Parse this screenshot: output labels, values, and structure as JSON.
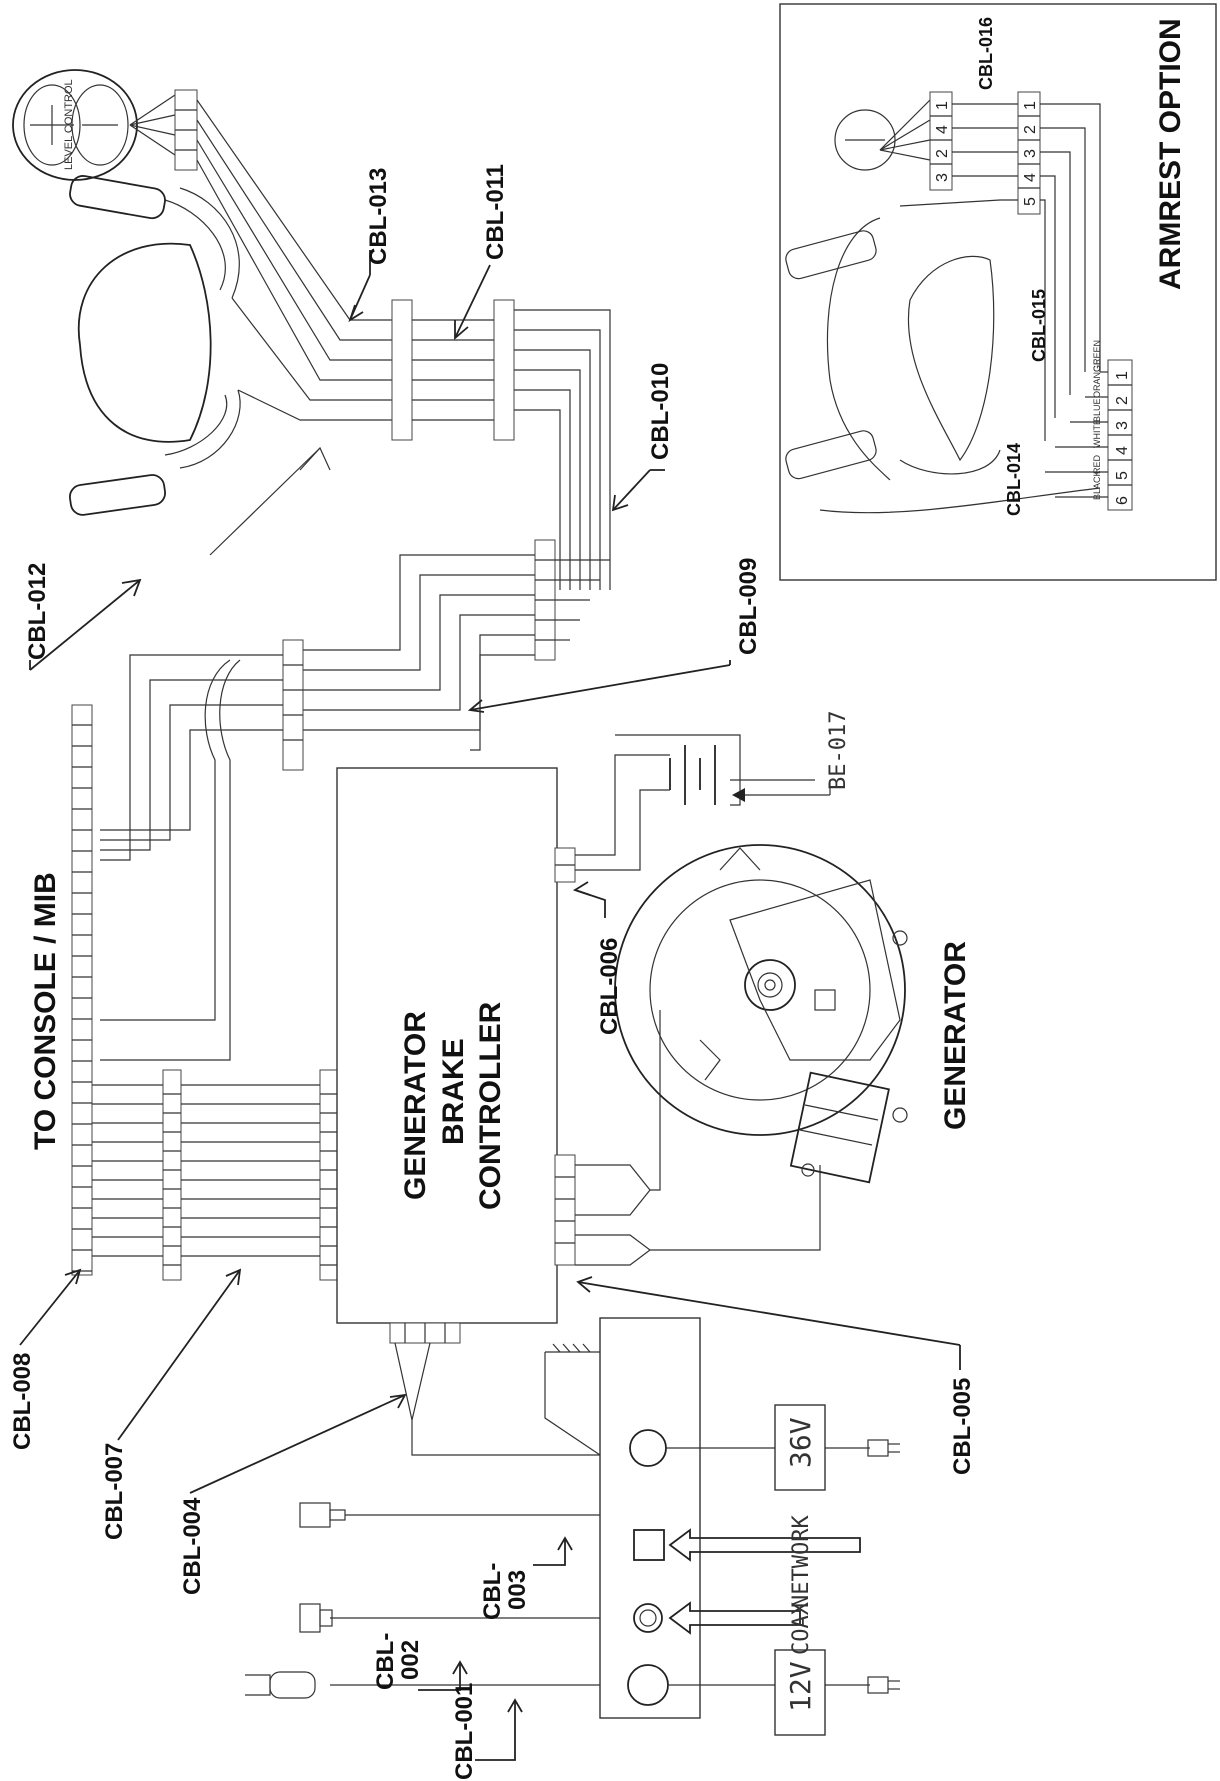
{
  "labels": {
    "cbl001": "CBL-001",
    "cbl002_a": "CBL-",
    "cbl002_b": "002",
    "cbl003_a": "CBL-",
    "cbl003_b": "003",
    "cbl004": "CBL-004",
    "cbl005": "CBL-005",
    "cbl006": "CBL-006",
    "cbl007": "CBL-007",
    "cbl008": "CBL-008",
    "cbl009": "CBL-009",
    "cbl010": "CBL-010",
    "cbl011": "CBL-011",
    "cbl012": "CBL-012",
    "cbl013": "CBL-013",
    "cbl014": "CBL-014",
    "cbl015": "CBL-015",
    "cbl016": "CBL-016",
    "be017": "BE-017"
  },
  "titles": {
    "console": "TO CONSOLE / MIB",
    "controller_1": "GENERATOR",
    "controller_2": "BRAKE",
    "controller_3": "CONTROLLER",
    "generator": "GENERATOR",
    "armrest": "ARMREST OPTION"
  },
  "power": {
    "v12": "12V",
    "v36": "36V",
    "coax": "COAX",
    "network": "NETWORK"
  },
  "level_control": "LEVEL CONTROL",
  "armrest_pins": {
    "top_left": [
      "3",
      "2",
      "4",
      "1"
    ],
    "top_right": [
      "5",
      "4",
      "3",
      "2",
      "1"
    ],
    "bottom": [
      "6",
      "5",
      "4",
      "3",
      "2",
      "1"
    ],
    "wire_colors": [
      "BLACK",
      "RED",
      "WHITE",
      "BLUE",
      "ORANGE",
      "GREEN"
    ]
  }
}
